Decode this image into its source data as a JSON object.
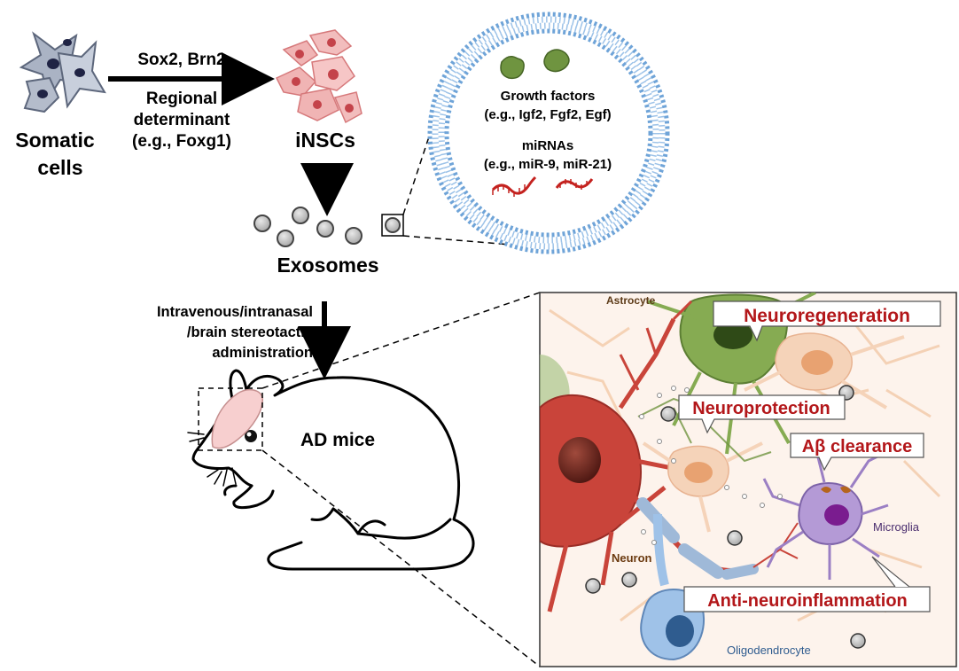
{
  "labels": {
    "somatic_cells": [
      "Somatic",
      "cells"
    ],
    "factors_top": "Sox2, Brn2",
    "factors_bottom": [
      "Regional",
      "determinant",
      "(e.g., Foxg1)"
    ],
    "insc": "iNSCs",
    "exosomes": "Exosomes",
    "administration": [
      "Intravenous/intranasal",
      "/brain stereotactic",
      "administration"
    ],
    "ad_mice": "AD mice"
  },
  "exosome_contents": {
    "growth_factors": [
      "Growth factors",
      "(e.g., Igf2, Fgf2, Egf)"
    ],
    "mirnas": [
      "miRNAs",
      "(e.g., miR-9, miR-21)"
    ]
  },
  "brain_panel": {
    "cells": {
      "astrocyte": "Astrocyte",
      "neuron": "Neuron",
      "microglia": "Microglia",
      "oligodendrocyte": "Oligodendrocyte"
    },
    "callouts": {
      "neuroregeneration": "Neuroregeneration",
      "neuroprotection": "Neuroprotection",
      "abeta": "Aβ clearance",
      "anti_inflammation": "Anti-neuroinflammation"
    }
  },
  "colors": {
    "callout_text": "#b3171a",
    "neuron": "#c9443a",
    "astrocyte": "#6f9440",
    "microglia": "#9b7fc4",
    "oligodendrocyte": "#8fb4de",
    "exosome": "#b5b5b5",
    "membrane": "#6fa4d8"
  }
}
